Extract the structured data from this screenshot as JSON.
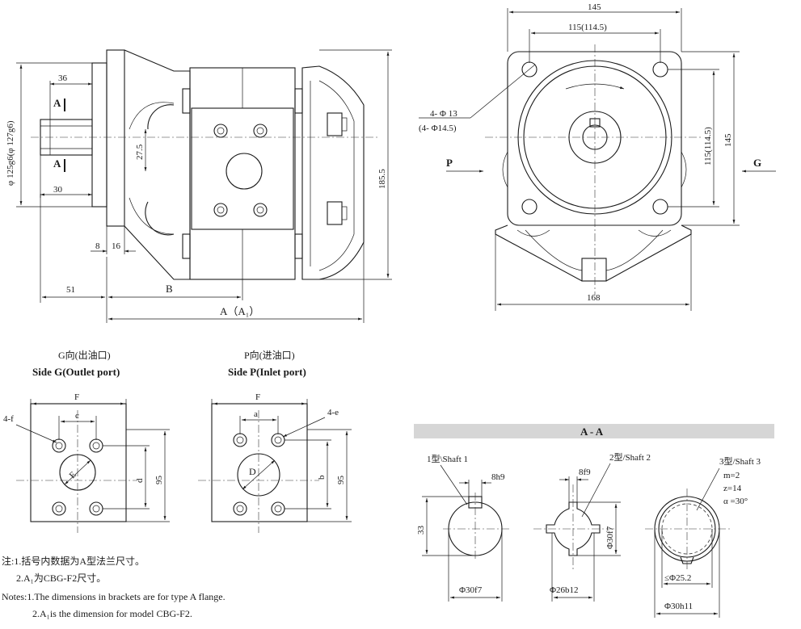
{
  "side_view": {
    "dim_36": "36",
    "section_mark_top": "A",
    "section_mark_bottom": "A",
    "dim_diameter": "φ 125g6(φ 127g6)",
    "dim_30": "30",
    "dim_8": "8",
    "dim_16": "16",
    "dim_27_5": "27.5",
    "dim_185_5": "185.5",
    "dim_51": "51",
    "dim_B": "B",
    "dim_A": "A（A₁）"
  },
  "front_view": {
    "dim_145_top": "145",
    "dim_115_top": "115(114.5)",
    "hole_label_1": "4- Φ 13",
    "hole_label_2": "(4- Φ14.5)",
    "port_P": "P",
    "port_G": "G",
    "dim_115_right": "115(114.5)",
    "dim_145_right": "145",
    "dim_168": "168"
  },
  "side_g": {
    "title_cn": "G向(出油口)",
    "title_en": "Side G(Outlet port)",
    "dim_F": "F",
    "dim_c": "c",
    "dim_4f": "4-f",
    "dim_E": "E",
    "dim_d": "d",
    "dim_95": "95"
  },
  "side_p": {
    "title_cn": "P向(进油口)",
    "title_en": "Side P(Inlet port)",
    "dim_F": "F",
    "dim_a": "a",
    "dim_4e": "4-e",
    "dim_D": "D",
    "dim_b": "b",
    "dim_95": "95"
  },
  "section_aa": {
    "title": "A - A",
    "shaft1_label": "1型\\Shaft 1",
    "shaft1_key": "8h9",
    "shaft1_height": "33",
    "shaft1_dia": "Φ30f7",
    "shaft2_label": "2型/Shaft 2",
    "shaft2_key": "8f9",
    "shaft2_od": "Φ30f7",
    "shaft2_id": "Φ26b12",
    "shaft3_label": "3型/Shaft 3",
    "shaft3_m": "m=2",
    "shaft3_z": "z=14",
    "shaft3_alpha": "α =30°",
    "shaft3_root": "≤Φ25.2",
    "shaft3_dia": "Φ30h11"
  },
  "notes": {
    "cn_1": "注:1.括号内数据为A型法兰尺寸。",
    "cn_2": "2.A₁为CBG-F2尺寸。",
    "en_1": "Notes:1.The dimensions in brackets are for type A flange.",
    "en_2": "2.A₁is the dimension for model CBG-F2."
  }
}
